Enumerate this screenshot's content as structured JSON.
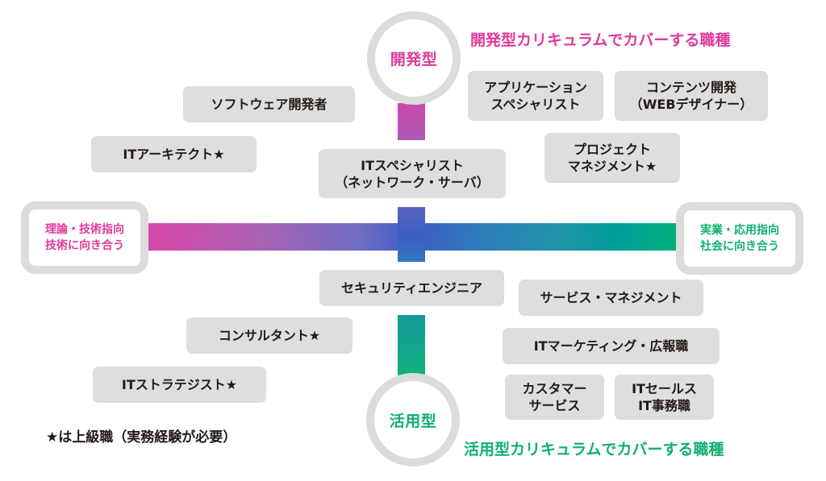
{
  "poles": {
    "top": {
      "label": "開発型",
      "color": "#e0399d"
    },
    "bottom": {
      "label": "活用型",
      "color": "#0fb06e"
    }
  },
  "headings": {
    "top": "開発型カリキュラムでカバーする職種",
    "bottom": "活用型カリキュラムでカバーする職種"
  },
  "sides": {
    "left": {
      "line1": "理論・技術指向",
      "line2": "技術に向き合う",
      "color": "#e0399d"
    },
    "right": {
      "line1": "実業・応用指向",
      "line2": "社会に向き合う",
      "color": "#0fb06e"
    }
  },
  "axis_colors": {
    "left": "#d946a8",
    "center": "#3c5ec4",
    "right": "#00b27a"
  },
  "jobs": [
    {
      "id": "software-developer",
      "lines": [
        "ソフトウェア開発者"
      ],
      "senior": false
    },
    {
      "id": "it-architect",
      "lines": [
        "ITアーキテクト★"
      ],
      "senior": true
    },
    {
      "id": "application-specialist",
      "lines": [
        "アプリケーション",
        "スペシャリスト"
      ],
      "senior": false
    },
    {
      "id": "content-development",
      "lines": [
        "コンテンツ開発",
        "（WEBデザイナー）"
      ],
      "senior": false
    },
    {
      "id": "project-management",
      "lines": [
        "プロジェクト",
        "マネジメント★"
      ],
      "senior": true
    },
    {
      "id": "it-specialist",
      "lines": [
        "ITスペシャリスト",
        "（ネットワーク・サーバ）"
      ],
      "senior": false
    },
    {
      "id": "security-engineer",
      "lines": [
        "セキュリティエンジニア"
      ],
      "senior": false
    },
    {
      "id": "service-management",
      "lines": [
        "サービス・マネジメント"
      ],
      "senior": false
    },
    {
      "id": "consultant",
      "lines": [
        "コンサルタント★"
      ],
      "senior": true
    },
    {
      "id": "it-marketing",
      "lines": [
        "ITマーケティング・広報職"
      ],
      "senior": false
    },
    {
      "id": "it-strategist",
      "lines": [
        "ITストラテジスト★"
      ],
      "senior": true
    },
    {
      "id": "customer-service",
      "lines": [
        "カスタマー",
        "サービス"
      ],
      "senior": false
    },
    {
      "id": "it-sales",
      "lines": [
        "ITセールス",
        "IT事務職"
      ],
      "senior": false
    }
  ],
  "legend": "★は上級職（実務経験が必要）"
}
